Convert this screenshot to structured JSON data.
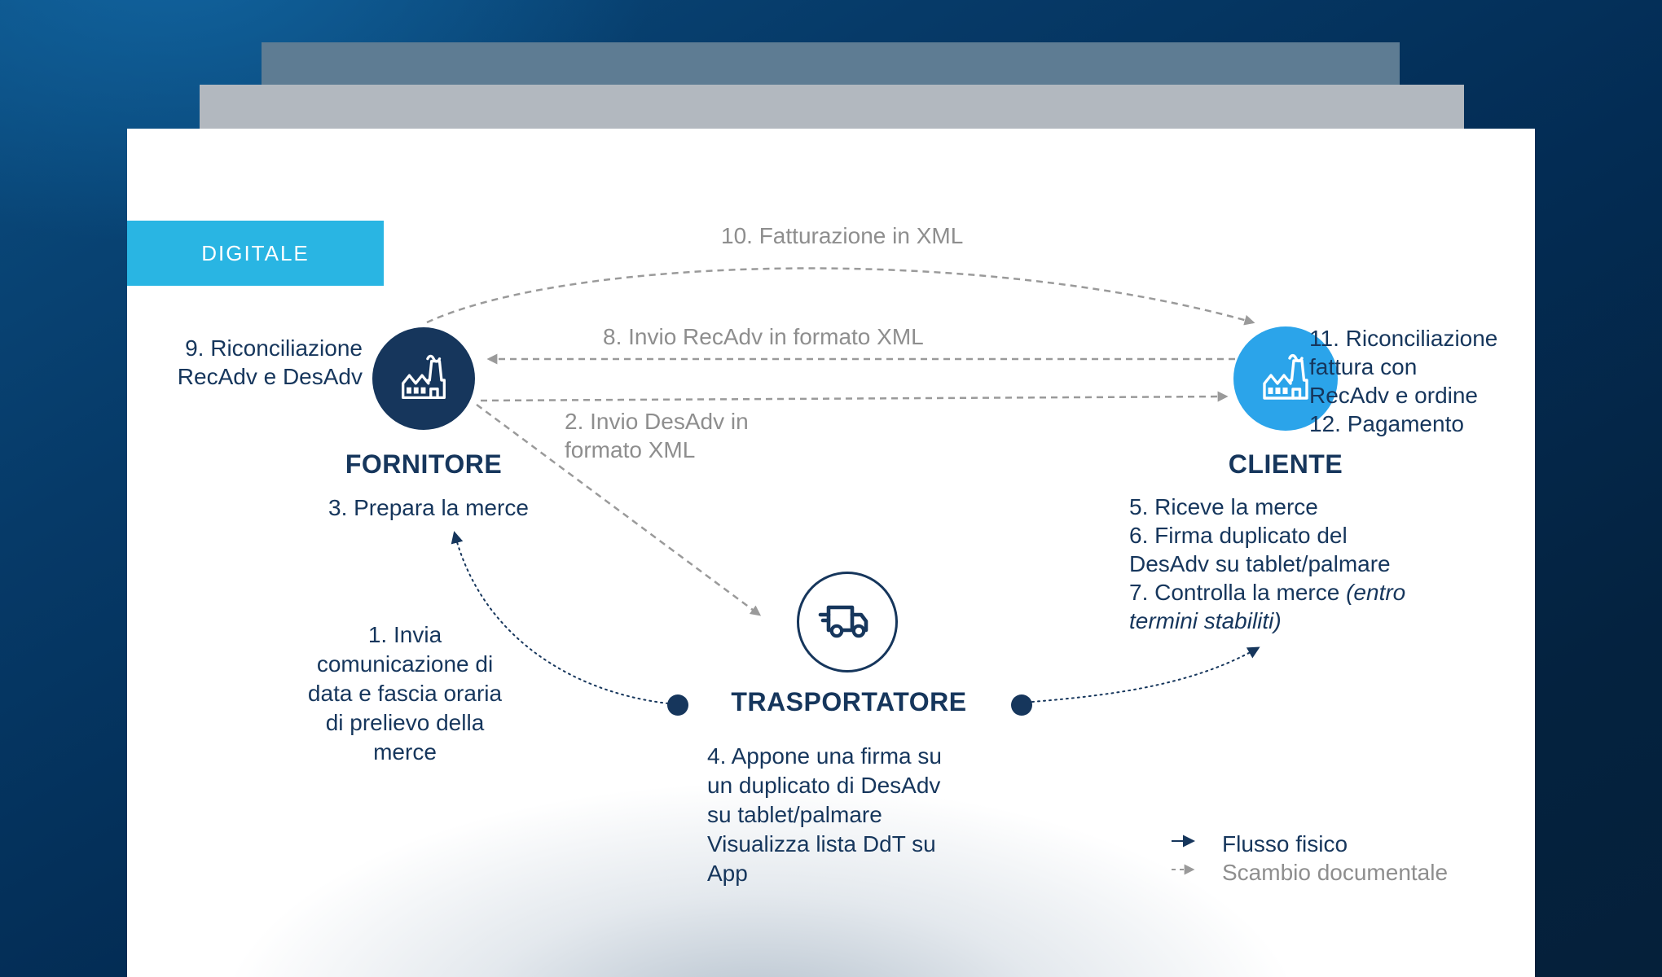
{
  "colors": {
    "navy": "#16365c",
    "cyan": "#29b5e3",
    "client-blue": "#2ba4ea",
    "gray-text": "#8e8e8e",
    "line-gray": "#9a9a9a",
    "slide-slate": "#5e7c93",
    "slide-gray": "#b2b8bf"
  },
  "badge": {
    "label": "DIGITALE"
  },
  "flows": {
    "invoice_xml": "10. Fatturazione in XML",
    "recadv_xml": "8. Invio RecAdv in formato XML",
    "desadv_xml": "2. Invio DesAdv in\nformato XML"
  },
  "fornitore": {
    "name": "FORNITORE",
    "icon": "factory-icon",
    "step9": "9. Riconciliazione\nRecAdv e DesAdv",
    "step3": "3. Prepara la merce",
    "step1": "1. Invia\ncomunicazione di\ndata e fascia oraria\ndi prelievo della\nmerce"
  },
  "cliente": {
    "name": "CLIENTE",
    "icon": "factory-icon",
    "steps_11_12": "11. Riconciliazione\nfattura con\nRecAdv e ordine\n12. Pagamento",
    "steps_5_6_7": "5. Riceve la merce\n6. Firma duplicato del\nDesAdv su tablet/palmare\n7. Controlla la merce ",
    "steps_5_6_7_italic": "(entro\ntermini stabiliti)"
  },
  "trasportatore": {
    "name": "TRASPORTATORE",
    "icon": "truck-icon",
    "step4": "4. Appone una firma su\nun duplicato di DesAdv\nsu tablet/palmare\nVisualizza lista DdT su\nApp"
  },
  "legend": {
    "physical": "Flusso fisico",
    "documental": "Scambio documentale"
  }
}
